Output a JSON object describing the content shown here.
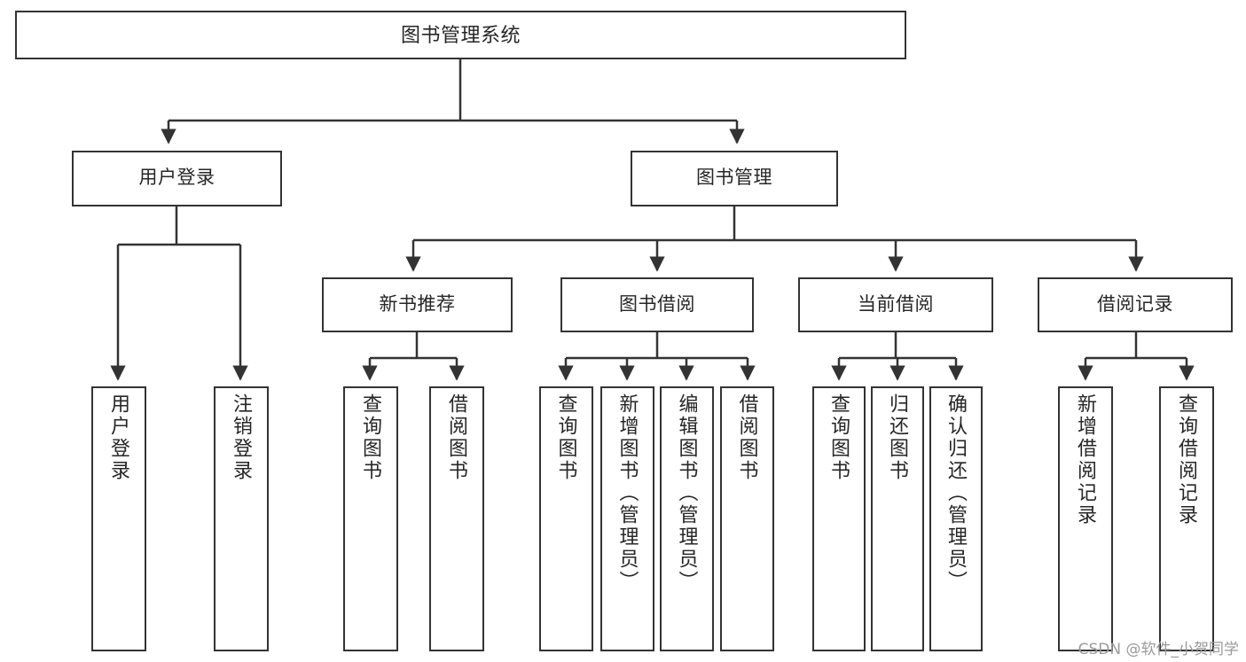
{
  "diagram": {
    "title": "图书管理系统",
    "watermark": "CSDN @软件_小贺同学",
    "stroke_color": "#333333",
    "text_color": "#262626",
    "background_color": "#ffffff"
  },
  "nodes": {
    "root": {
      "label": "图书管理系统"
    },
    "level2": [
      {
        "label": "用户登录"
      },
      {
        "label": "图书管理"
      }
    ],
    "level3": [
      {
        "label": "新书推荐"
      },
      {
        "label": "图书借阅"
      },
      {
        "label": "当前借阅"
      },
      {
        "label": "借阅记录"
      }
    ],
    "leaves_user_login": [
      {
        "label": "用户登录"
      },
      {
        "label": "注销登录"
      }
    ],
    "leaves_new_book": [
      {
        "label": "查询图书"
      },
      {
        "label": "借阅图书"
      }
    ],
    "leaves_borrow": [
      {
        "label": "查询图书"
      },
      {
        "label": "新增图书（管理员）"
      },
      {
        "label": "编辑图书（管理员）"
      },
      {
        "label": "借阅图书"
      }
    ],
    "leaves_current": [
      {
        "label": "查询图书"
      },
      {
        "label": "归还图书"
      },
      {
        "label": "确认归还（管理员）"
      }
    ],
    "leaves_record": [
      {
        "label": "新增借阅记录"
      },
      {
        "label": "查询借阅记录"
      }
    ]
  }
}
